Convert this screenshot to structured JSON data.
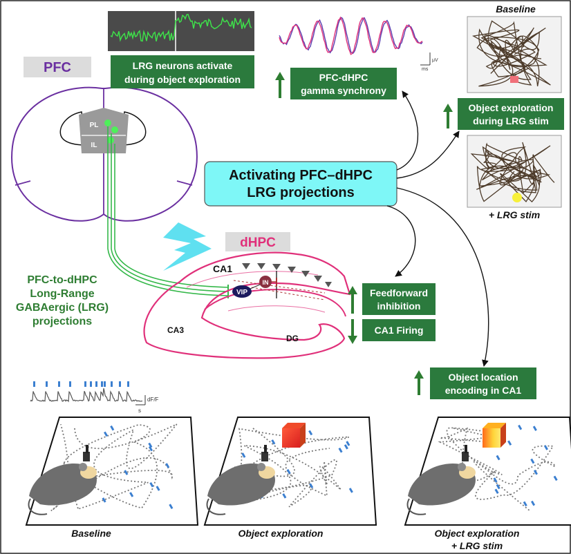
{
  "labels": {
    "pfc": "PFC",
    "dhpc": "dHPC",
    "pl": "PL",
    "il": "IL",
    "ca1": "CA1",
    "ca3": "CA3",
    "dg": "DG",
    "vip": "VIP",
    "in": "IN",
    "projection": [
      "PFC-to-dHPC",
      "Long-Range",
      "GABAergic (LRG)",
      "projections"
    ],
    "lrg_activate": [
      "LRG neurons activate",
      "during object exploration"
    ],
    "central": [
      "Activating PFC–dHPC",
      "LRG projections"
    ],
    "gamma": [
      "PFC-dHPC",
      "gamma synchrony"
    ],
    "exploration_stim": [
      "Object exploration",
      "during LRG stim"
    ],
    "feedforward": [
      "Feedforward",
      "inhibition"
    ],
    "ca1_firing": "CA1 Firing",
    "location": [
      "Object location",
      "encoding in CA1"
    ],
    "baseline_top": "Baseline",
    "lrg_stim_top": "+ LRG stim",
    "uv_unit": "μV",
    "ms_unit": "ms",
    "dff_unit": "dF/F",
    "s_unit": "s",
    "panel_baseline": "Baseline",
    "panel_object": "Object exploration",
    "panel_object_stim": [
      "Object exploration",
      "+ LRG stim"
    ]
  },
  "colors": {
    "green_box": "#2b7a3d",
    "green_text": "#2e7d32",
    "pfc_purple": "#6a2fa0",
    "dhpc_pink": "#e0307a",
    "cyan": "#7ef7f7",
    "bolt": "#5fe0f0",
    "projection_green": "#35b84a",
    "label_bg": "#dcdcdc",
    "spike_blue": "#3b7fd0"
  },
  "icons": [
    "lightning-bolt-icon",
    "up-arrow-icon",
    "down-arrow-icon",
    "mouse-icon",
    "object-block-icon"
  ]
}
